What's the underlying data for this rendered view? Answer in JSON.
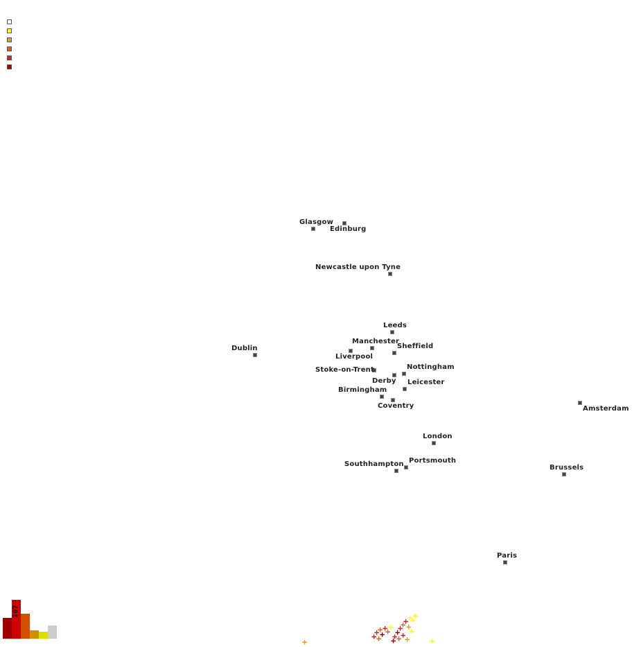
{
  "legend": {
    "swatches": [
      {
        "color": "#ffffff"
      },
      {
        "color": "#ffff00"
      },
      {
        "color": "#e0a020"
      },
      {
        "color": "#e06020"
      },
      {
        "color": "#e02020"
      },
      {
        "color": "#b00000"
      }
    ]
  },
  "cities": [
    {
      "name": "Glasgow"
    },
    {
      "name": "Edinburg"
    },
    {
      "name": "Newcastle upon Tyne"
    },
    {
      "name": "Leeds"
    },
    {
      "name": "Dublin"
    },
    {
      "name": "Manchester"
    },
    {
      "name": "Sheffield"
    },
    {
      "name": "Liverpool"
    },
    {
      "name": "Stoke-on-Trent"
    },
    {
      "name": "Nottingham"
    },
    {
      "name": "Derby"
    },
    {
      "name": "Leicester"
    },
    {
      "name": "Birmingham"
    },
    {
      "name": "Coventry"
    },
    {
      "name": "Amsterdam"
    },
    {
      "name": "London"
    },
    {
      "name": "Southhampton"
    },
    {
      "name": "Portsmouth"
    },
    {
      "name": "Brussels"
    },
    {
      "name": "Paris"
    }
  ],
  "histogram": {
    "bars": [
      {
        "color": "#a00000",
        "fraction": 0.54
      },
      {
        "color": "#d00000",
        "fraction": 1.0
      },
      {
        "color": "#d05000",
        "fraction": 0.64
      },
      {
        "color": "#d09000",
        "fraction": 0.21
      },
      {
        "color": "#dddd00",
        "fraction": 0.18
      },
      {
        "color": "#cccccc",
        "fraction": 0.34
      }
    ],
    "count_label": "107"
  },
  "strike_marker": "+"
}
